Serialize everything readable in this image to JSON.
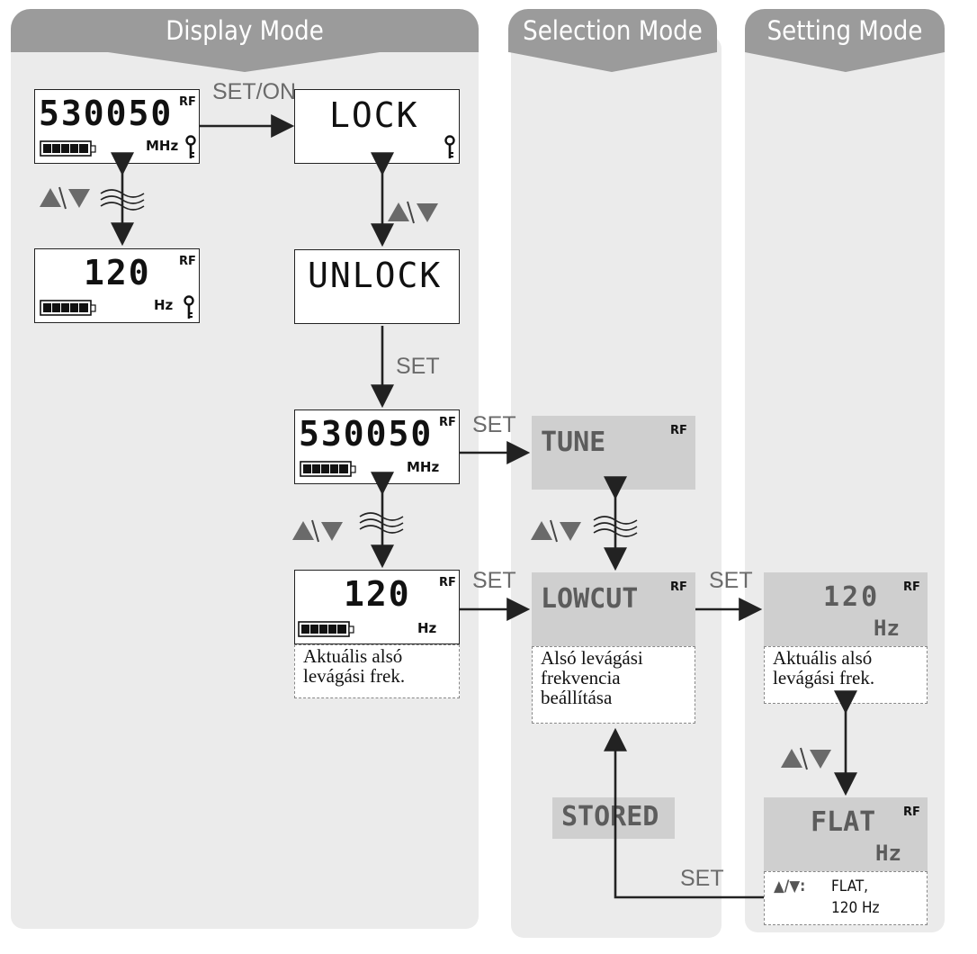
{
  "modes": {
    "display": "Display Mode",
    "selection": "Selection Mode",
    "setting": "Setting Mode"
  },
  "display": {
    "freq_screen": {
      "value": "530050",
      "rf": "RF",
      "unit": "MHz"
    },
    "lowcut_screen": {
      "value": "120",
      "rf": "RF",
      "unit": "Hz"
    },
    "lock_screen": {
      "value": "LOCK"
    },
    "unlock_screen": {
      "value": "UNLOCK"
    },
    "freq_screen2": {
      "value": "530050",
      "rf": "RF",
      "unit": "MHz"
    },
    "lowcut_screen2": {
      "value": "120",
      "rf": "RF",
      "unit": "Hz"
    },
    "lowcut_note_line1": "Aktuális alsó",
    "lowcut_note_line2": "levágási frek."
  },
  "selection": {
    "tune": {
      "label": "TUNE",
      "rf": "RF"
    },
    "lowcut": {
      "label": "LOWCUT",
      "rf": "RF"
    },
    "lowcut_note_line1": "Alsó levágási",
    "lowcut_note_line2": "frekvencia",
    "lowcut_note_line3": "beállítása",
    "stored": "STORED"
  },
  "setting": {
    "value_screen": {
      "value": "120",
      "rf": "RF",
      "unit": "Hz"
    },
    "value_note_line1": "Aktuális alsó",
    "value_note_line2": "levágási frek.",
    "flat_screen": {
      "value": "FLAT",
      "rf": "RF",
      "unit": "Hz"
    },
    "flat_note_keys": "▲/▼:",
    "flat_note_line1": "FLAT,",
    "flat_note_line2": "120 Hz"
  },
  "labels": {
    "set_on": "SET/ON",
    "set": "SET",
    "updown": "▲/▼"
  },
  "colors": {
    "panel": "#ebebeb",
    "header": "#9b9b9b",
    "gray_box": "#cfcfcf",
    "arrow": "#222222"
  }
}
